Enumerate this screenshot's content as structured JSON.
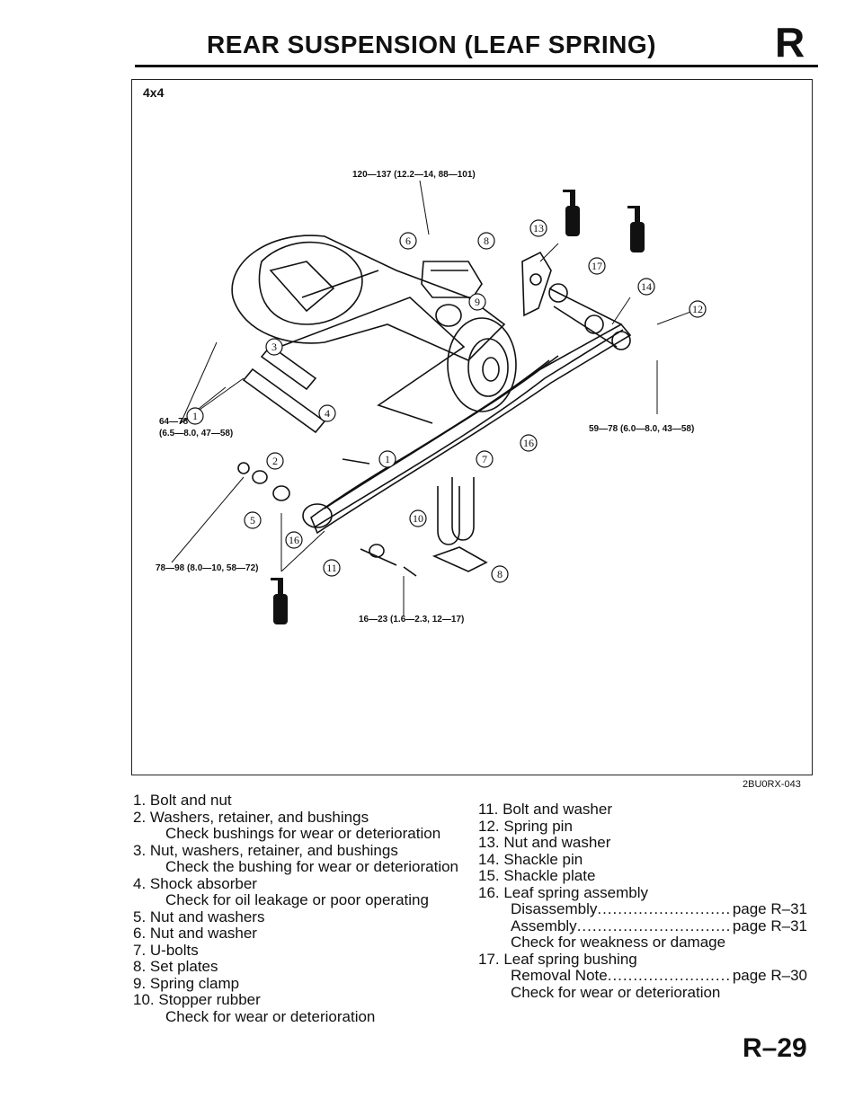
{
  "header": {
    "title": "REAR SUSPENSION (LEAF SPRING)",
    "section_letter": "R"
  },
  "figure": {
    "tag": "4x4",
    "code": "2BU0RX-043",
    "torques": {
      "t1": "120—137 (12.2—14, 88—101)",
      "t2": "64—78",
      "t2b": "(6.5—8.0, 47—58)",
      "t3": "59—78 (6.0—8.0, 43—58)",
      "t4": "78—98 (8.0—10, 58—72)",
      "t5": "16—23 (1.6—2.3, 12—17)"
    },
    "callouts": [
      "1",
      "2",
      "3",
      "4",
      "5",
      "6",
      "7",
      "8",
      "9",
      "10",
      "11",
      "12",
      "13",
      "14",
      "16",
      "17"
    ]
  },
  "legend": {
    "left": [
      {
        "type": "item",
        "text": "1. Bolt and nut"
      },
      {
        "type": "item",
        "text": "2. Washers, retainer, and bushings"
      },
      {
        "type": "sub",
        "text": "Check bushings for wear or deterioration"
      },
      {
        "type": "item",
        "text": "3. Nut, washers, retainer, and bushings"
      },
      {
        "type": "sub",
        "text": "Check the bushing for wear or deterioration"
      },
      {
        "type": "item",
        "text": "4. Shock absorber"
      },
      {
        "type": "sub",
        "text": "Check for oil leakage or poor operating"
      },
      {
        "type": "item",
        "text": "5. Nut and washers"
      },
      {
        "type": "item",
        "text": "6. Nut and washer"
      },
      {
        "type": "item",
        "text": "7. U-bolts"
      },
      {
        "type": "item",
        "text": "8. Set plates"
      },
      {
        "type": "item",
        "text": "9. Spring clamp"
      },
      {
        "type": "item",
        "text": "10. Stopper rubber"
      },
      {
        "type": "sub",
        "text": "Check for wear or deterioration"
      }
    ],
    "right": [
      {
        "type": "item",
        "text": "11. Bolt and washer"
      },
      {
        "type": "item",
        "text": "12. Spring pin"
      },
      {
        "type": "item",
        "text": "13. Nut and washer"
      },
      {
        "type": "item",
        "text": "14. Shackle pin"
      },
      {
        "type": "item",
        "text": "15. Shackle plate"
      },
      {
        "type": "item",
        "text": "16. Leaf spring assembly"
      },
      {
        "type": "ref",
        "label": "Disassembly",
        "page": "page R–31"
      },
      {
        "type": "ref",
        "label": "Assembly",
        "page": "page R–31"
      },
      {
        "type": "sub",
        "text": "Check for weakness or damage"
      },
      {
        "type": "item",
        "text": "17. Leaf spring bushing"
      },
      {
        "type": "ref",
        "label": "Removal Note",
        "page": "page R–30"
      },
      {
        "type": "sub",
        "text": "Check for wear or deterioration"
      }
    ]
  },
  "footer": {
    "page_number": "R–29"
  }
}
